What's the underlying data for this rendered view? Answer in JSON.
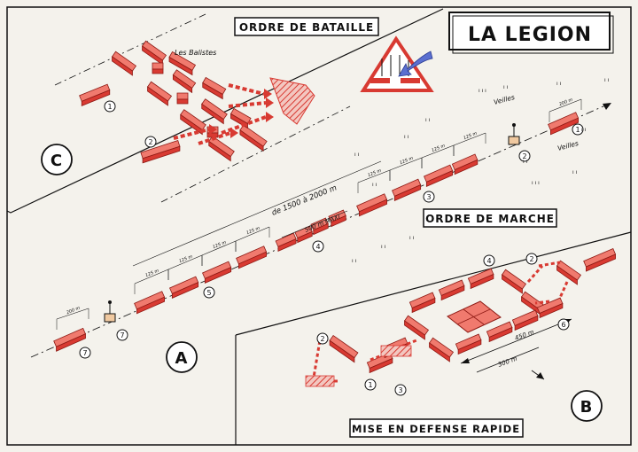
{
  "title": "LA LEGION",
  "sections": {
    "bataille": {
      "heading": "ORDRE DE BATAILLE",
      "letter": "C",
      "note": "Les Balistes"
    },
    "marche": {
      "heading": "ORDRE DE MARCHE",
      "letter": "A",
      "distance": "de 1500 à 2000 m",
      "maxi": "500 m MAXI",
      "veilles_1": "Veilles",
      "veilles_2": "Veilles",
      "d125": "125 m",
      "d200": "200 m"
    },
    "defense": {
      "heading": "MISE EN DEFENSE RAPIDE",
      "letter": "B",
      "d450": "450 m",
      "d300": "300 m"
    }
  },
  "numbers": [
    "1",
    "2",
    "3",
    "4",
    "5",
    "6",
    "7"
  ],
  "colors": {
    "block": "#d83a32",
    "block_dark": "#8e1a14",
    "block_light": "#f07a6e",
    "ink": "#111111",
    "paper": "#f4f2ec",
    "arrow": "#5a6fd0"
  },
  "icons": [
    "legion-emblem-icon",
    "arrow-icon",
    "standard-icon"
  ]
}
